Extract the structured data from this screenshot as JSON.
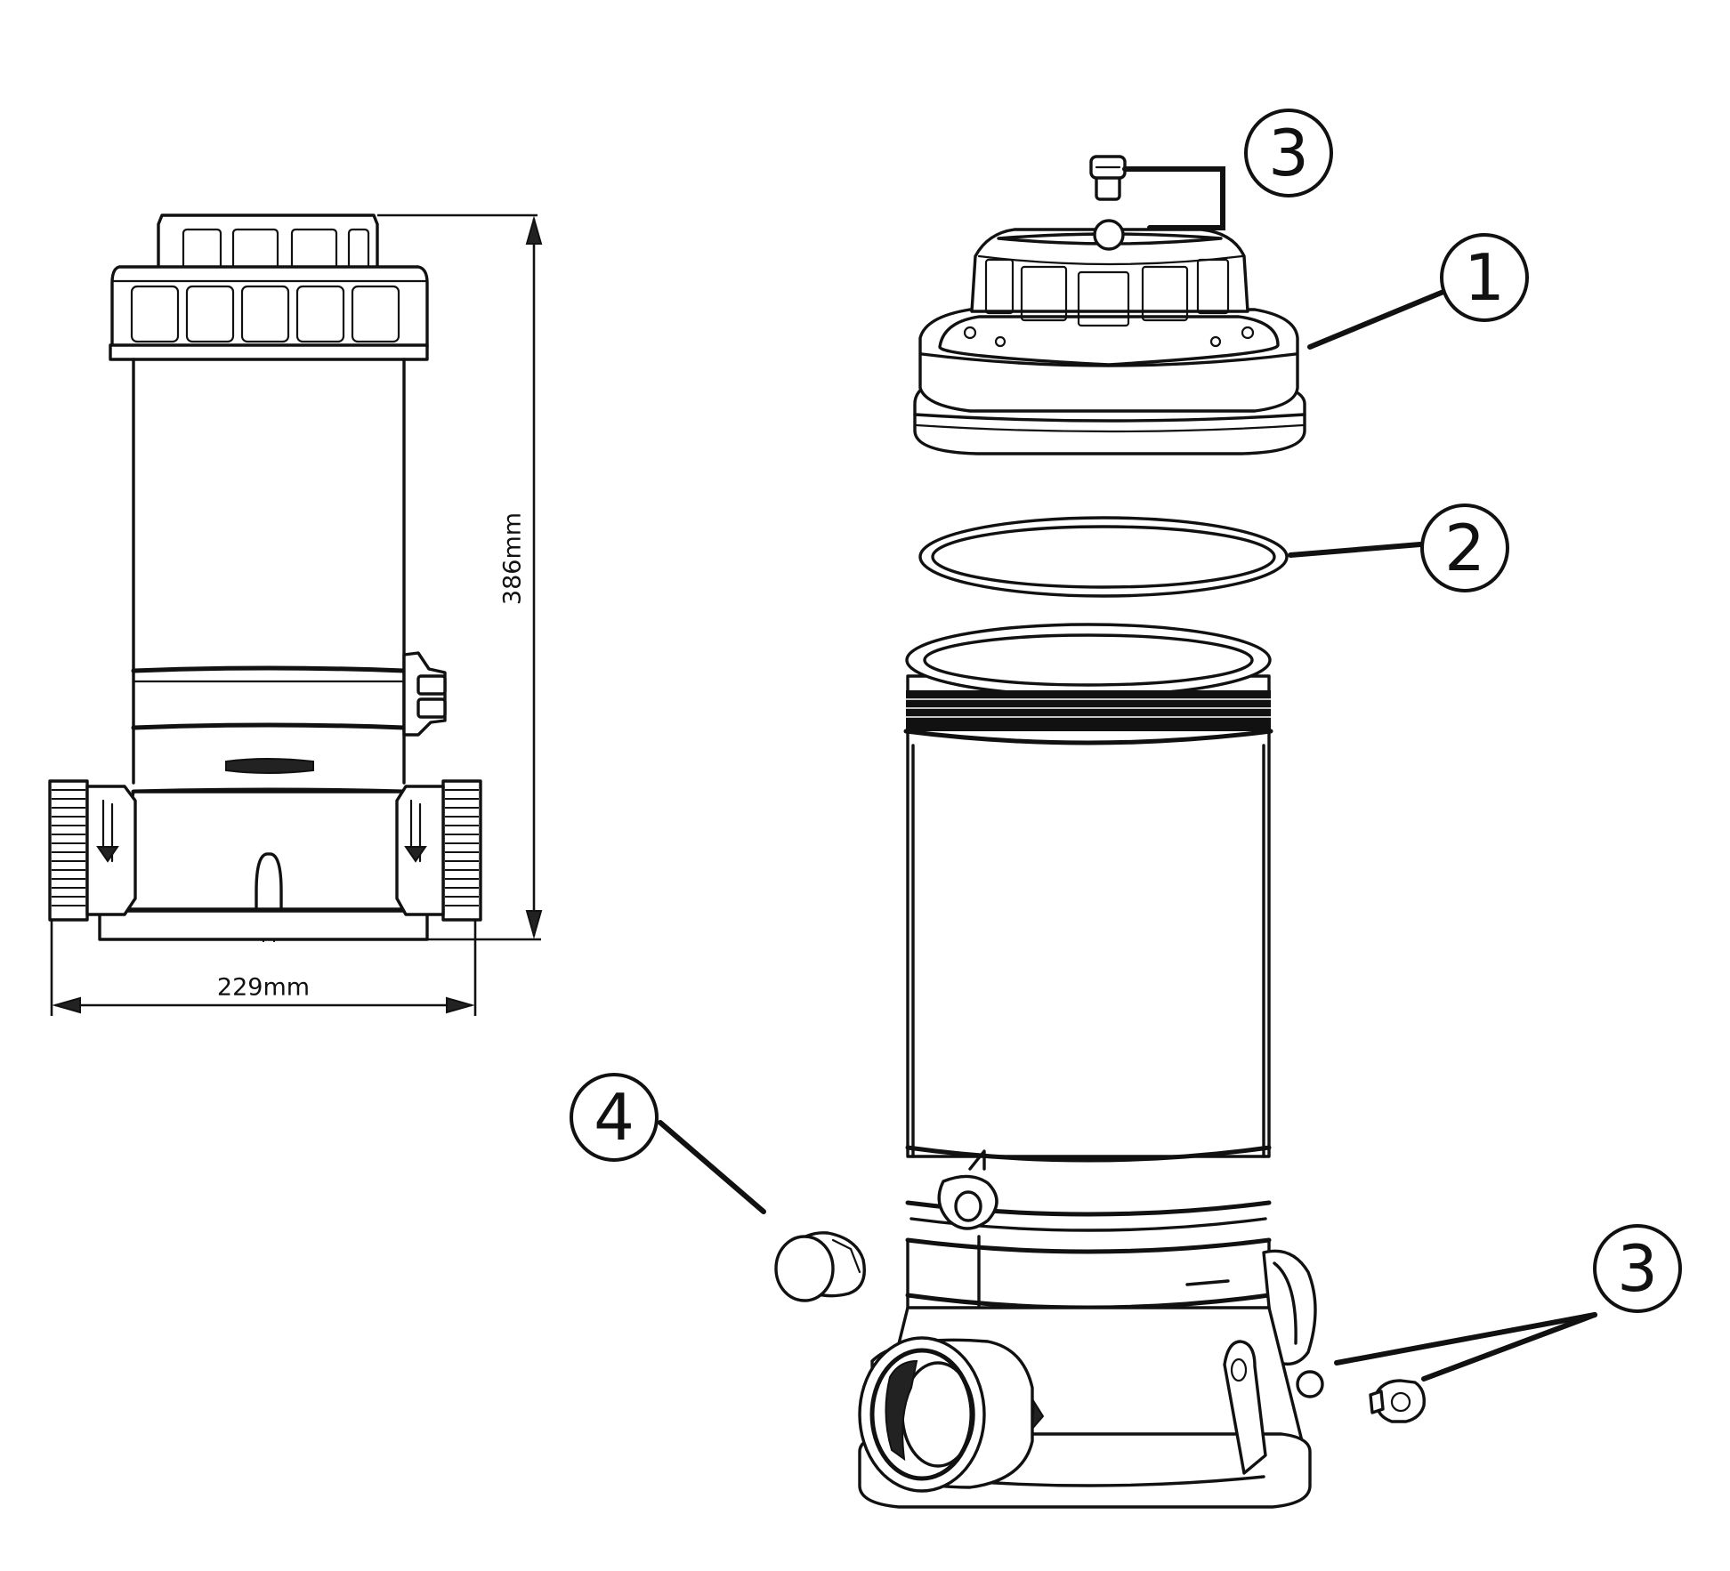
{
  "dimensions": {
    "height": "386mm",
    "width": "229mm"
  },
  "callouts": [
    {
      "id": "lid",
      "number": "1"
    },
    {
      "id": "o-ring",
      "number": "2"
    },
    {
      "id": "top-valve",
      "number": "3"
    },
    {
      "id": "side-valve",
      "number": "3"
    },
    {
      "id": "cap",
      "number": "4"
    }
  ]
}
